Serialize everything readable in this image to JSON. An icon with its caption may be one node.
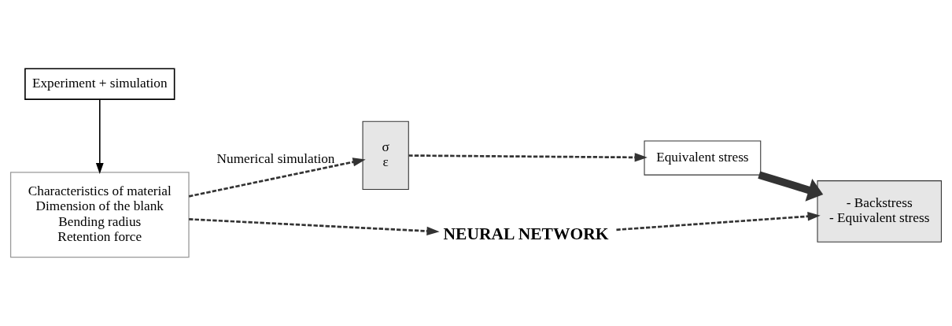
{
  "diagram": {
    "nodes": [
      {
        "text": [
          "Experiment + simulation"
        ]
      },
      {
        "text": [
          "Characteristics of material",
          "Dimension of the blank",
          "Bending radius",
          "Retention force"
        ]
      },
      {
        "text": [
          "σ",
          "ε"
        ]
      },
      {
        "text": [
          "Equivalent stress"
        ]
      },
      {
        "text": [
          "- Backstress",
          "- Equivalent stress"
        ]
      },
      {
        "text": [
          "NEURAL NETWORK"
        ]
      }
    ],
    "edges": [
      {
        "from": 0,
        "to": 1,
        "arrow": "to",
        "color": "#000000"
      },
      {
        "from": 1,
        "to": 2,
        "arrow": "to",
        "label": "Numerical simulation",
        "style": "dashed"
      },
      {
        "from": 2,
        "to": 3,
        "arrow": "to",
        "style": "dashed"
      },
      {
        "from": 3,
        "to": 4,
        "arrow": "to",
        "style": "thick"
      },
      {
        "from": 1,
        "to": 5,
        "arrow": "to",
        "style": "dashed"
      },
      {
        "from": 5,
        "to": 4,
        "arrow": "to",
        "style": "dashed"
      }
    ]
  }
}
